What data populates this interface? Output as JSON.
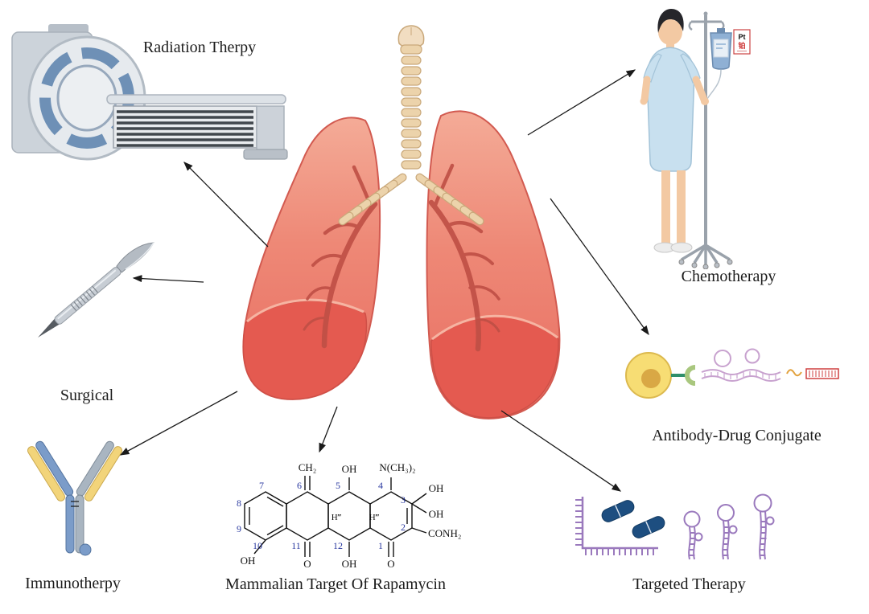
{
  "labels": {
    "radiation": "Radiation Therpy",
    "chemotherapy": "Chemotherapy",
    "surgical": "Surgical",
    "immunotherapy": "Immunotherpy",
    "rapamycin": "Mammalian Target Of Rapamycin",
    "adc": "Antibody-Drug Conjugate",
    "targeted": "Targeted Therapy"
  },
  "iv_bag": {
    "drug": "Pt",
    "drug_cn": "铂"
  },
  "molecule": {
    "substituents": {
      "ch2": "CH₂",
      "oh_c5": "OH",
      "n_ch3_2": "N(CH₃)₂",
      "oh_c3": "OH",
      "oh_c2a": "OH",
      "conh2": "CONH₂",
      "o_c1": "O",
      "oh_c12": "OH",
      "o_c11": "O",
      "oh_c10": "OH",
      "h_a": "H‴",
      "h_b": "H‴"
    },
    "positions": [
      "1",
      "2",
      "3",
      "4",
      "5",
      "6",
      "7",
      "8",
      "9",
      "10",
      "11",
      "12"
    ]
  },
  "colors": {
    "lung_pink": "#ee8876",
    "machine_blue": "#6e90b6",
    "antibody_yellow": "#f2d47a",
    "antibody_blue": "#7b9cc9",
    "rna_purple": "#9a79bd",
    "pill_navy": "#1d4e80",
    "gown_blue": "#c8e0ef",
    "arrow": "#1a1a1a",
    "number_blue": "#2b3aa0"
  }
}
